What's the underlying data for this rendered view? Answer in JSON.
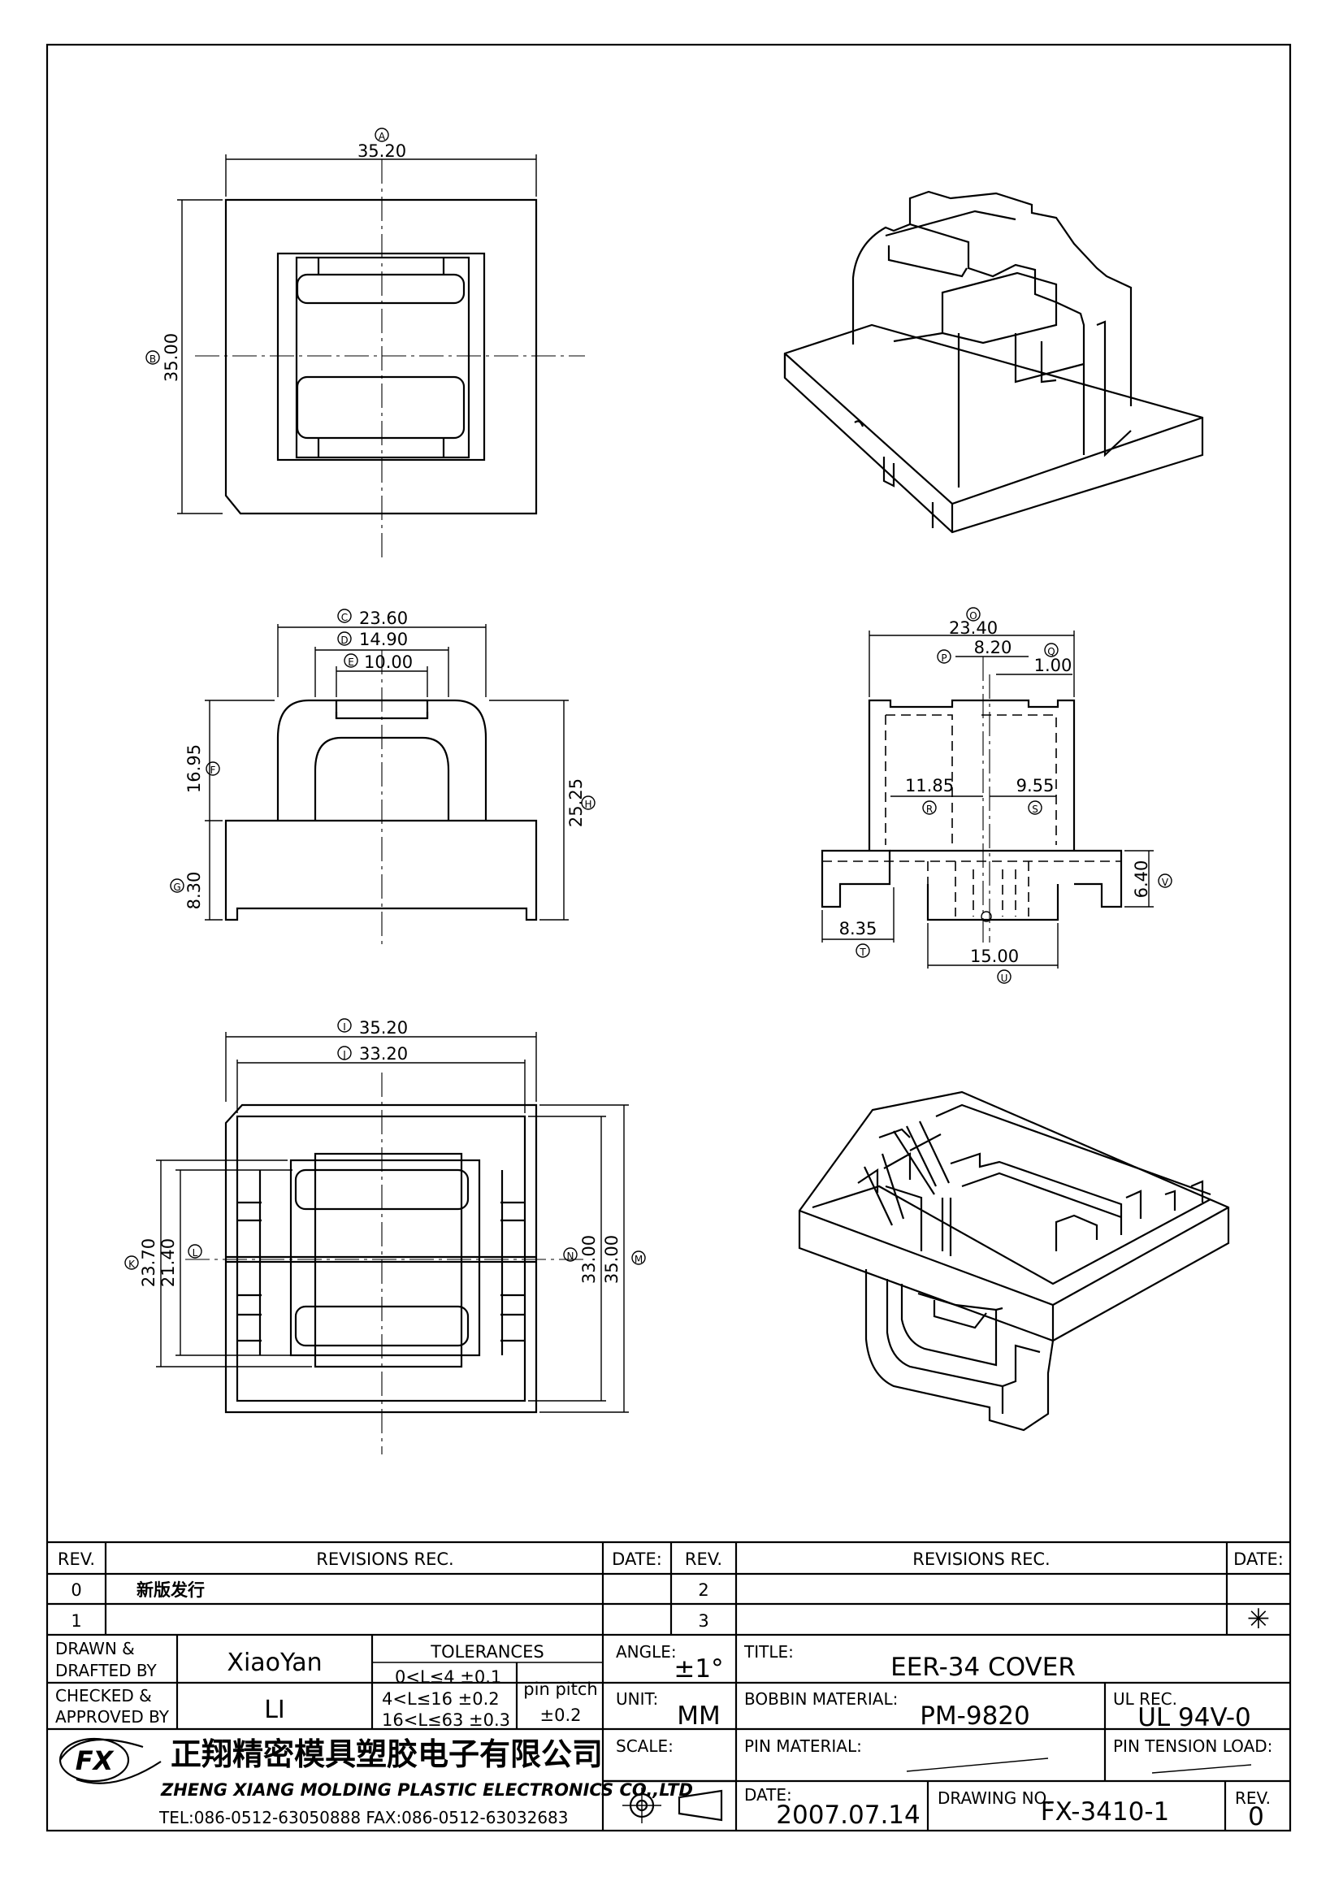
{
  "dimensions": {
    "A": "35.20",
    "B": "35.00",
    "C": "23.60",
    "D": "14.90",
    "E": "10.00",
    "F": "16.95",
    "G": "8.30",
    "H": "25.25",
    "I": "35.20",
    "J": "33.20",
    "K": "23.70",
    "L": "21.40",
    "M": "35.00",
    "N": "33.00",
    "O": "23.40",
    "P": "8.20",
    "Q": "1.00",
    "R": "11.85",
    "S": "9.55",
    "T": "8.35",
    "U": "15.00",
    "V": "6.40"
  },
  "dim_markers": {
    "A": "A",
    "B": "B",
    "C": "C",
    "D": "D",
    "E": "E",
    "F": "F",
    "G": "G",
    "H": "H",
    "I": "I",
    "J": "J",
    "K": "K",
    "L": "L",
    "M": "M",
    "N": "N",
    "O": "O",
    "P": "P",
    "Q": "Q",
    "R": "R",
    "S": "S",
    "T": "T",
    "U": "U",
    "V": "V"
  },
  "revisions": {
    "header_rev": "REV.",
    "header_rec": "REVISIONS    REC.",
    "header_date": "DATE:",
    "rows_left": [
      {
        "rev": "0",
        "rec": "新版发行",
        "date": ""
      },
      {
        "rev": "1",
        "rec": "",
        "date": ""
      }
    ],
    "rows_right": [
      {
        "rev": "2",
        "rec": "",
        "date": ""
      },
      {
        "rev": "3",
        "rec": "",
        "date": "✳"
      }
    ]
  },
  "title_block": {
    "drawn_label": "DRAWN &\nDRAFTED BY",
    "drawn_value": "XiaoYan",
    "checked_label": "CHECKED &\nAPPROVED BY",
    "checked_value": "LI",
    "tolerances_label": "TOLERANCES",
    "tol_rows": [
      "0<L≤4    ±0.1",
      "4<L≤16  ±0.2",
      "16<L≤63  ±0.3"
    ],
    "pin_pitch_label": "pin pitch",
    "pin_pitch_value": "±0.2",
    "angle_label": "ANGLE:",
    "angle_value": "±1°",
    "unit_label": "UNIT:",
    "unit_value": "MM",
    "scale_label": "SCALE:",
    "title_label": "TITLE:",
    "title_value": "EER-34 COVER",
    "bobbin_label": "BOBBIN MATERIAL:",
    "bobbin_value": "PM-9820",
    "ul_label": "UL REC.",
    "ul_value": "UL 94V-0",
    "pin_material_label": "PIN MATERIAL:",
    "pin_tension_label": "PIN TENSION LOAD:",
    "date_label": "DATE:",
    "date_value": "2007.07.14",
    "drawing_no_label": "DRAWING NO.",
    "drawing_no_value": "FX-3410-1",
    "rev_label": "REV.",
    "rev_value": "0"
  },
  "company": {
    "logo_text": "FX",
    "name_cn": "正翔精密模具塑胶电子有限公司",
    "name_en": "ZHENG XIANG MOLDING PLASTIC ELECTRONICS CO.,LTD",
    "contact": "TEL:086-0512-63050888   FAX:086-0512-63032683"
  }
}
